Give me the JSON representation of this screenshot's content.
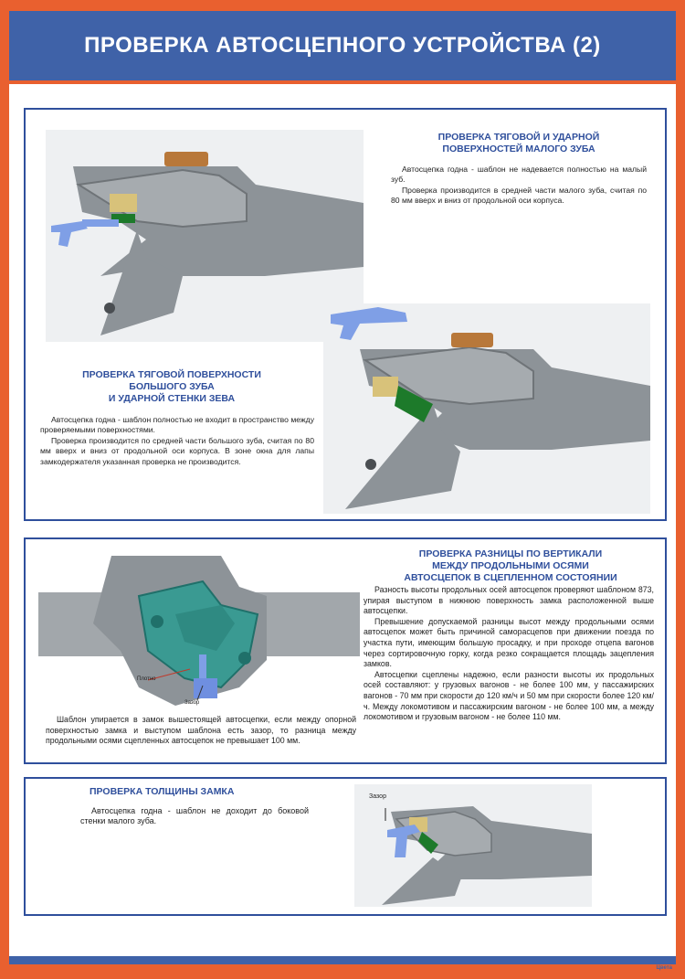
{
  "header": {
    "title": "ПРОВЕРКА АВТОСЦЕПНОГО УСТРОЙСТВА (2)"
  },
  "section1": {
    "heading_line1": "ПРОВЕРКА ТЯГОВОЙ И УДАРНОЙ",
    "heading_line2": "ПОВЕРХНОСТЕЙ МАЛОГО ЗУБА",
    "p1": "Автосцепка годна - шаблон не надевается полностью на малый зуб.",
    "p2": "Проверка производится в средней части малого зуба, считая по 80 мм вверх и вниз от продольной оси корпуса."
  },
  "section2": {
    "heading_line1": "ПРОВЕРКА ТЯГОВОЙ ПОВЕРХНОСТИ",
    "heading_line2": "БОЛЬШОГО ЗУБА",
    "heading_line3": "И УДАРНОЙ СТЕНКИ ЗЕВА",
    "p1": "Автосцепка годна - шаблон полностью не входит в пространство между проверяемыми поверхностями.",
    "p2": "Проверка производится по средней части большого зуба, считая по 80 мм вверх и вниз от продольной оси корпуса. В зоне окна для лапы замкодержателя указанная проверка не производится."
  },
  "section3": {
    "heading_line1": "ПРОВЕРКА РАЗНИЦЫ ПО ВЕРТИКАЛИ",
    "heading_line2": "МЕЖДУ ПРОДОЛЬНЫМИ ОСЯМИ",
    "heading_line3": "АВТОСЦЕПОК В СЦЕПЛЕННОМ СОСТОЯНИИ",
    "p1": "Разность высоты продольных осей автосцепок проверяют шаблоном 873, упирая выступом в нижнюю поверхность замка расположенной выше автосцепки.",
    "p2": "Превышение допускаемой разницы высот между продольными осями автосцепок может быть причиной саморасцепов при движении поезда по участка пути, имеющим большую просадку, и при проходе отцепа вагонов через сортировочную горку, когда резко сокращается площадь зацепления замков.",
    "p3": "Автосцепки сцеплены надежно, если разности высоты их продольных осей составляют: у грузовых вагонов - не более 100 мм, у пассажирских вагонов - 70 мм при скорости до 120 км/ч и 50 мм при скорости более 120 км/ч. Между локомотивом и пассажирским вагоном - не более 100 мм, а между локомотивом и грузовым вагоном - не более 110 мм.",
    "caption": "Шаблон упирается в замок вышестоящей автосцепки, если между опорной поверхностью замка и выступом шаблона есть зазор, то разница между продольными осями сцепленных автосцепок не превышает 100 мм.",
    "label_plotno": "Плотно",
    "label_zazor": "Зазор"
  },
  "section4": {
    "heading": "ПРОВЕРКА ТОЛЩИНЫ ЗАМКА",
    "p1": "Автосцепка годна - шаблон не доходит до боковой стенки малого зуба.",
    "label_zazor": "Зазор"
  },
  "footer": {
    "logo_text": "Цвета"
  },
  "colors": {
    "frame_orange": "#e9602f",
    "header_blue": "#3f62a8",
    "heading_blue": "#2f4f9c",
    "metal_gray": "#8d9398",
    "template_blue": "#7f9fe6",
    "teal_template": "#3a9a92",
    "lock_green": "#1d7a2a",
    "lock_yellow": "#d8c27a",
    "knuckle_brown": "#b8783a"
  }
}
